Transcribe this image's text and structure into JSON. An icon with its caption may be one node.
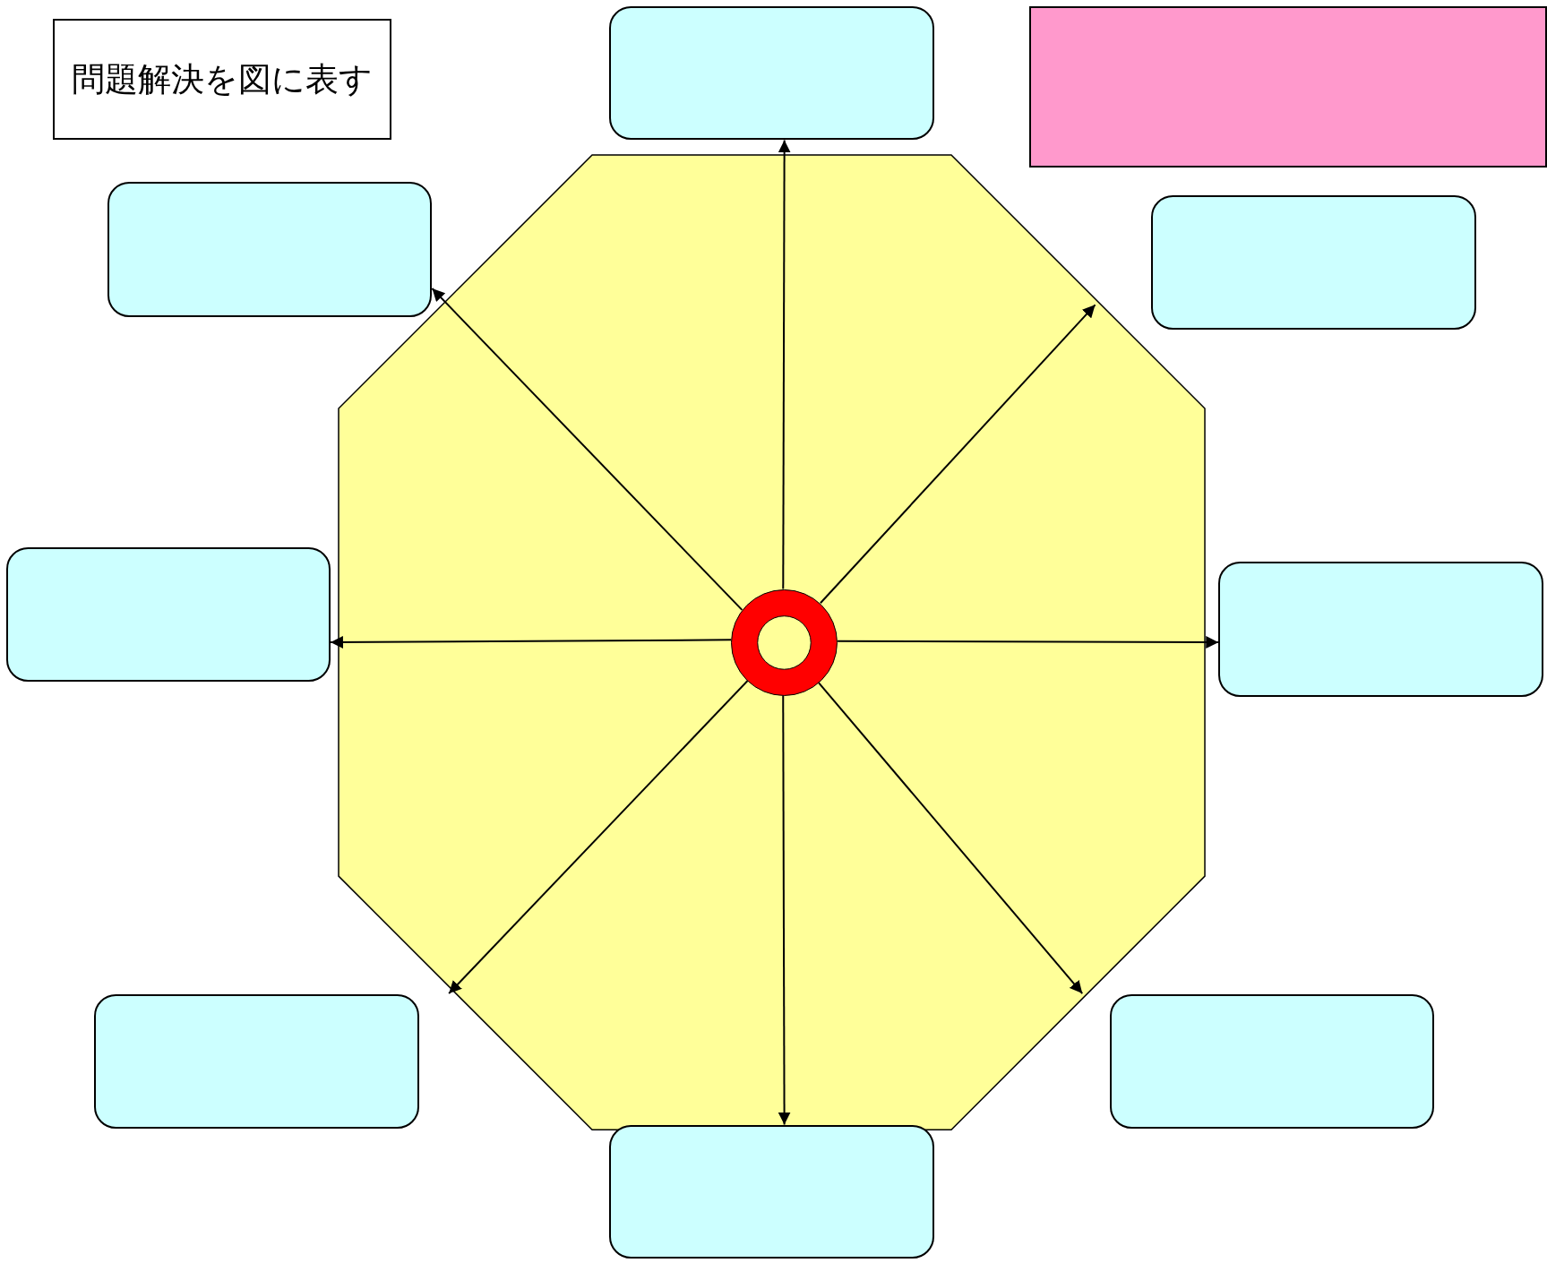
{
  "diagram": {
    "nodes": [
      {
        "text": [
          "問題解決を図に表す"
        ]
      },
      {
        "text": [],
        "shape": "box"
      },
      {
        "text": [],
        "shape": "box"
      },
      {
        "text": [],
        "shape": "box"
      },
      {
        "text": [],
        "shape": "box"
      },
      {
        "text": [],
        "shape": "octagon"
      },
      {
        "text": [],
        "shape": "circle",
        "in": 5
      },
      {
        "text": [],
        "shape": "box"
      },
      {
        "text": [],
        "shape": "box"
      },
      {
        "text": [],
        "shape": "box"
      },
      {
        "text": [],
        "shape": "box"
      },
      {
        "text": [],
        "shape": "box"
      }
    ],
    "edges": [
      {
        "from": 6,
        "to": 1,
        "arrow": "to"
      },
      {
        "from": 6,
        "to": null,
        "arrow": "to"
      },
      {
        "from": 6,
        "to": 8,
        "arrow": "to"
      },
      {
        "from": 6,
        "to": null,
        "arrow": "to"
      },
      {
        "from": 6,
        "to": 11,
        "arrow": "to"
      },
      {
        "from": 6,
        "to": null,
        "arrow": "to"
      },
      {
        "from": 6,
        "to": 7,
        "arrow": "to"
      },
      {
        "from": 6,
        "to": 3,
        "arrow": "to"
      }
    ]
  }
}
